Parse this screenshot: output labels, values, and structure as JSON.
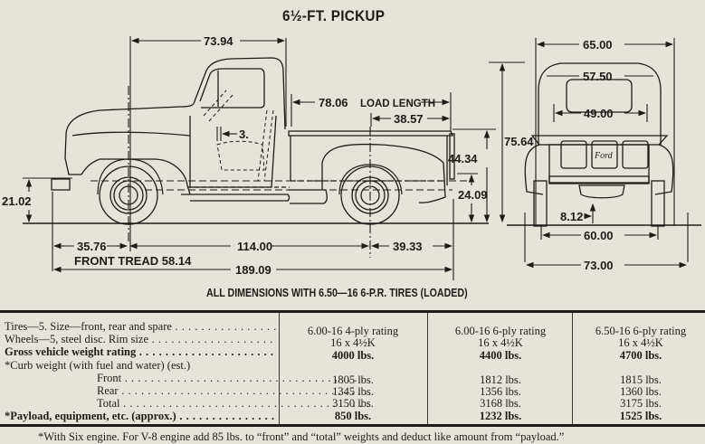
{
  "title": "6½-FT. PICKUP",
  "side_view": {
    "dimensions": {
      "cab_length": "73.94",
      "load_length_value": "78.06",
      "load_length_label": "LOAD LENGTH",
      "rear_wheel_to_tailgate": "38.57",
      "seat_adjust": "3.",
      "front_bumper_height": "21.02",
      "tailgate_height": "24.09",
      "bed_height": "44.34",
      "overall_height": "75.64",
      "front_overhang": "35.76",
      "wheelbase": "114.00",
      "rear_overhang": "39.33",
      "front_tread": "FRONT TREAD 58.14",
      "overall_length": "189.09"
    }
  },
  "rear_view": {
    "badge": "Ford",
    "dimensions": {
      "overall_width": "65.00",
      "cab_width": "57.50",
      "bed_inner_width": "49.00",
      "ground_clearance": "8.12",
      "rear_tread": "60.00",
      "overall_rear_width": "73.00"
    }
  },
  "caption": "ALL DIMENSIONS WITH 6.50—16 6-P.R. TIRES (LOADED)",
  "spec_table": {
    "row_labels": [
      "Tires—5. Size—front, rear and spare",
      "Wheels—5, steel disc. Rim size",
      "Gross vehicle weight rating",
      "*Curb weight (with fuel and water) (est.)",
      "Front",
      "Rear",
      "Total",
      "*Payload, equipment, etc. (approx.)"
    ],
    "columns": [
      {
        "tires": "6.00-16 4-ply rating",
        "rim": "16 x 4½K",
        "gvw": "4000 lbs.",
        "front": "1805 lbs.",
        "rear": "1345 lbs.",
        "total": "3150 lbs.",
        "payload": "850 lbs."
      },
      {
        "tires": "6.00-16 6-ply rating",
        "rim": "16 x 4½K",
        "gvw": "4400 lbs.",
        "front": "1812 lbs.",
        "rear": "1356 lbs.",
        "total": "3168 lbs.",
        "payload": "1232 lbs."
      },
      {
        "tires": "6.50-16 6-ply rating",
        "rim": "16 x 4½K",
        "gvw": "4700 lbs.",
        "front": "1815 lbs.",
        "rear": "1360 lbs.",
        "total": "3175 lbs.",
        "payload": "1525 lbs."
      }
    ]
  },
  "footnote": "*With Six engine. For V-8 engine add 85 lbs. to “front” and “total” weights and deduct like amount from “payload.”"
}
